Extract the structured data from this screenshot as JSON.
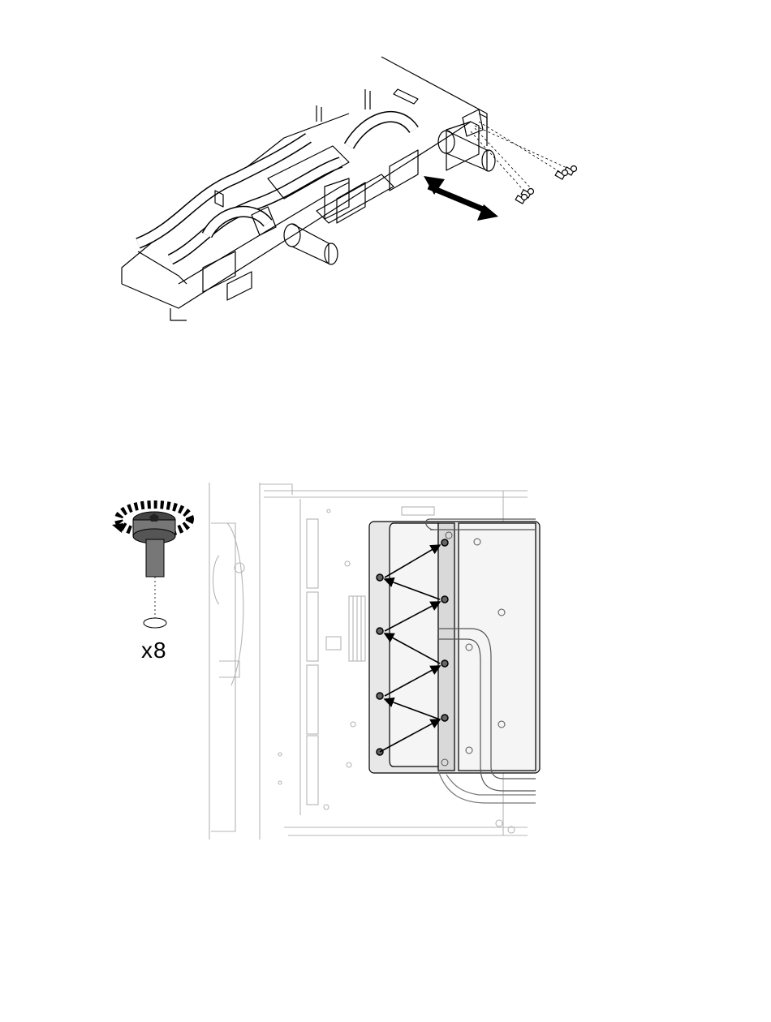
{
  "figure_bottom": {
    "quantity_label": "x8",
    "screw_count": 8
  },
  "figure_top": {
    "screw_count": 4
  },
  "colors": {
    "line": "#000000",
    "light_line": "#b5b5b5",
    "plate_fill": "#e8e8e8",
    "arrow": "#000000"
  }
}
